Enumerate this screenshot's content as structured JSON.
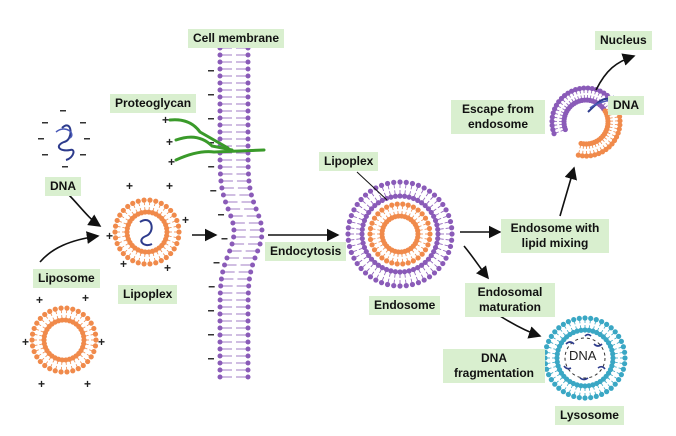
{
  "labels": {
    "cell_membrane": "Cell membrane",
    "proteoglycan": "Proteoglycan",
    "dna_left": "DNA",
    "liposome": "Liposome",
    "lipoplex_bottom": "Lipoplex",
    "endocytosis": "Endocytosis",
    "lipoplex_top": "Lipoplex",
    "endosome": "Endosome",
    "escape_line1": "Escape from",
    "escape_line2": "endosome",
    "nucleus": "Nucleus",
    "dna_right": "DNA",
    "endosome_mixing_line1": "Endosome with",
    "endosome_mixing_line2": "lipid mixing",
    "endosomal_maturation_line1": "Endosomal",
    "endosomal_maturation_line2": "maturation",
    "dna_fragmentation_line1": "DNA",
    "dna_fragmentation_line2": "fragmentation",
    "lysosome": "Lysosome",
    "lysosome_dna": "DNA"
  },
  "colors": {
    "label_bg": "#d9efcf",
    "liposome_orange": "#f08a4b",
    "membrane_purple": "#8a5bb8",
    "proteoglycan_green": "#3a9a2a",
    "dna_blue": "#2d3b8c",
    "lysosome_teal": "#3aa7c4",
    "arrow": "#111111"
  }
}
